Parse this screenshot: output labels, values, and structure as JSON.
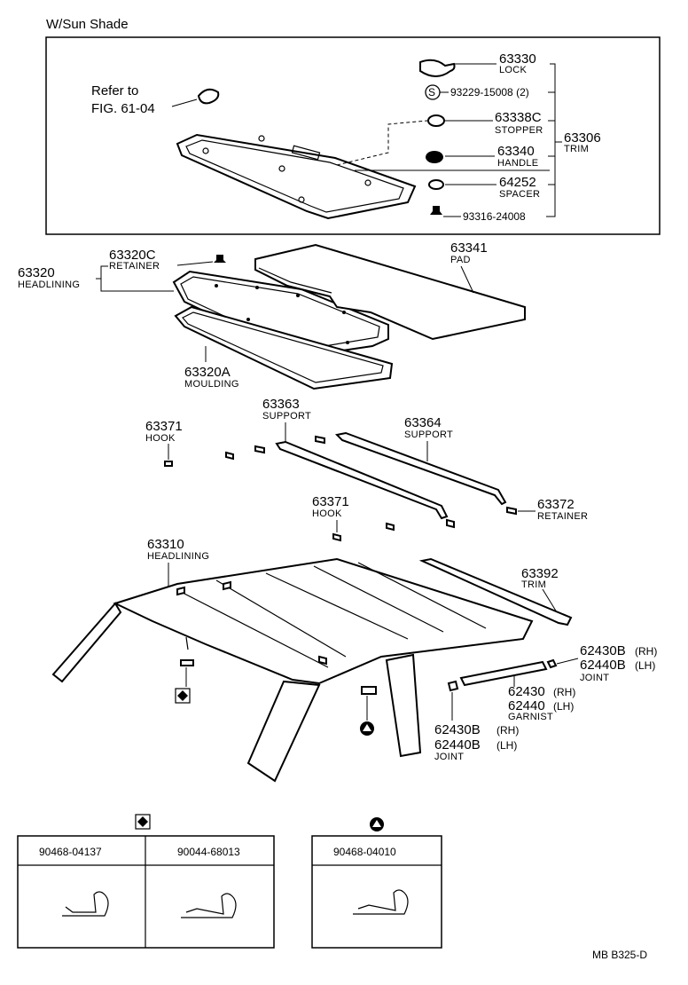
{
  "diagram": {
    "sunshade_title": "W/Sun Shade",
    "refer_line1": "Refer to",
    "refer_line2": "FIG. 61-04",
    "diagram_code": "MB  B325-D"
  },
  "callouts": {
    "p63330": {
      "number": "63330",
      "name": "LOCK"
    },
    "p93229": {
      "number": "93229-15008 (2)"
    },
    "p63338C": {
      "number": "63338C",
      "name": "STOPPER"
    },
    "p63340": {
      "number": "63340",
      "name": "HANDLE"
    },
    "p64252": {
      "number": "64252",
      "name": "SPACER"
    },
    "p93316": {
      "number": "93316-24008"
    },
    "p63306": {
      "number": "63306",
      "name": "TRIM"
    },
    "p63320C": {
      "number": "63320C",
      "name": "RETAINER"
    },
    "p63320": {
      "number": "63320",
      "name": "HEADLINING"
    },
    "p63341": {
      "number": "63341",
      "name": "PAD"
    },
    "p63320A": {
      "number": "63320A",
      "name": "MOULDING"
    },
    "p63371a": {
      "number": "63371",
      "name": "HOOK"
    },
    "p63363": {
      "number": "63363",
      "name": "SUPPORT"
    },
    "p63364": {
      "number": "63364",
      "name": "SUPPORT"
    },
    "p63371b": {
      "number": "63371",
      "name": "HOOK"
    },
    "p63372": {
      "number": "63372",
      "name": "RETAINER"
    },
    "p63310": {
      "number": "63310",
      "name": "HEADLINING"
    },
    "p63392": {
      "number": "63392",
      "name": "TRIM"
    },
    "p62430B_top": {
      "number": "62430B",
      "side": "(RH)"
    },
    "p62440B_top": {
      "number": "62440B",
      "side": "(LH)",
      "name": "JOINT"
    },
    "p62430": {
      "number": "62430",
      "side": "(RH)"
    },
    "p62440": {
      "number": "62440",
      "side": "(LH)",
      "name": "GARNIST"
    },
    "p62430B_bot": {
      "number": "62430B",
      "side": "(RH)"
    },
    "p62440B_bot": {
      "number": "62440B",
      "side": "(LH)",
      "name": "JOINT"
    }
  },
  "clip_tables": {
    "diamond": {
      "symbol": "diamond",
      "parts": [
        "90468-04137",
        "90044-68013"
      ]
    },
    "triangle": {
      "symbol": "triangle",
      "parts": [
        "90468-04010"
      ]
    }
  }
}
